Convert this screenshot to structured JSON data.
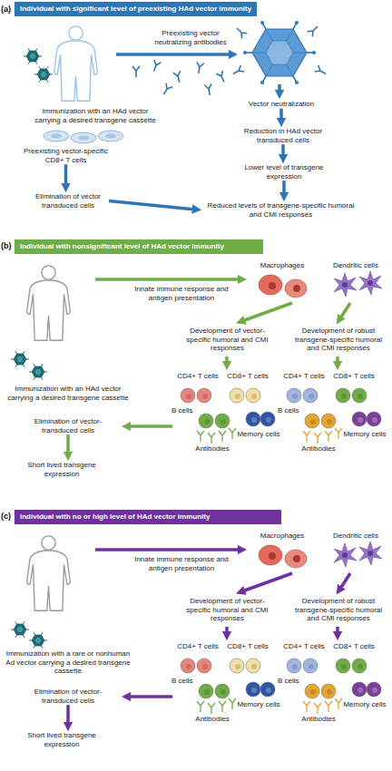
{
  "diagram": {
    "nodes": [
      {
        "text": [
          "Individual with significant level of preexisting HAd vector immunity"
        ]
      },
      {
        "text": [
          "Vector neutralization"
        ]
      },
      {
        "text": [
          "Reduction in HAd vector transduced cells"
        ]
      },
      {
        "text": [
          "Lower level of transgene expression"
        ]
      },
      {
        "text": [
          "Reduced levels of transgene-specific humoral and CMI responses"
        ]
      },
      {
        "text": [
          "Preexisting vector-specific CD8+ T cells"
        ]
      },
      {
        "text": [
          "Elimination of vector transduced cells"
        ]
      },
      {
        "text": [
          "Individual with nonsignificant level of HAd vector immunity"
        ]
      },
      {
        "text": [
          "Development of vector-specific humoral and CMI responses"
        ]
      },
      {
        "text": [
          "Development of robust transgene-specific humoral and CMI responses"
        ]
      },
      {
        "text": [
          "Elimination of vector-transduced cells"
        ]
      },
      {
        "text": [
          "Short lived transgene expression"
        ]
      },
      {
        "text": [
          "Individual with no or high level of HAd vector immunity"
        ]
      },
      {
        "text": [
          "Development of vector-specific humoral and CMI responses"
        ]
      },
      {
        "text": [
          "Development of robust transgene-specific humoral and CMI responses"
        ]
      },
      {
        "text": [
          "Elimination of vector-transduced cells"
        ]
      },
      {
        "text": [
          "Short lived transgene expression"
        ]
      }
    ],
    "edges": [
      {
        "from": 1,
        "to": 2,
        "arrow": "to"
      },
      {
        "from": 2,
        "to": 3,
        "arrow": "to"
      },
      {
        "from": 3,
        "to": 4,
        "arrow": "to"
      },
      {
        "from": 5,
        "to": 6,
        "arrow": "to"
      },
      {
        "from": 6,
        "to": 4,
        "arrow": "to"
      },
      {
        "from": 10,
        "to": 11,
        "arrow": "to"
      },
      {
        "from": 15,
        "to": 16,
        "arrow": "to"
      }
    ],
    "labels": [
      "(a)",
      "Preexisting vector neutralizing antibodies",
      "Immunization with an HAd vector carrying a desired transgene cassette",
      "(b)",
      "Innate immune response and antigen presentation",
      "Macrophages",
      "Dendritic cells",
      "Immunization with an HAd vector carrying a desired transgene cassette",
      "CD4+ T cells",
      "CD8+ T cells",
      "B cells",
      "Memory cells",
      "Antibodies",
      "CD4+ T cells",
      "CD8+ T cells",
      "B cells",
      "Memory cells",
      "Antibodies",
      "(c)",
      "Innate immune response and antigen presentation",
      "Macrophages",
      "Dendritic cells",
      "Immunization with a rare or nonhuman Ad vector carrying a desired transgene cassette",
      "CD4+ T cells",
      "CD8+ T cells",
      "B cells",
      "Memory cells",
      "Antibodies",
      "CD4+ T cells",
      "CD8+ T cells",
      "B cells",
      "Memory cells",
      "Antibodies"
    ]
  }
}
